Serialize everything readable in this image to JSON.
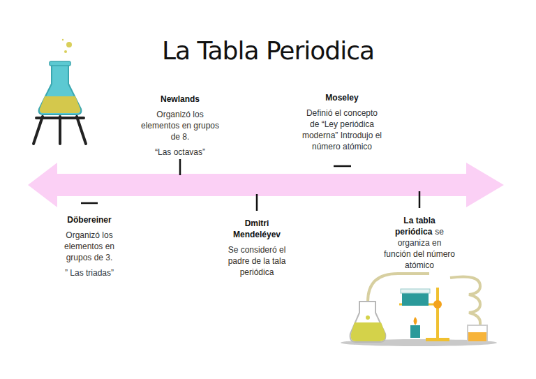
{
  "diagram": {
    "title": "La Tabla Periodica",
    "labels": [
      "Newlands",
      "Organizó los elementos en grupos de 8.",
      "“Las octavas”",
      "Moseley",
      "Definió el concepto de “Ley periódica moderna” Introdujo el número atómico",
      "Döbereiner",
      "Organizó los elementos en grupos de 3.",
      "” Las triadas”",
      "Dmitri Mendeléyev",
      "Se consideró el padre de la tala periódica",
      "La tabla periódica",
      "se organiza en función del número atómico"
    ]
  }
}
